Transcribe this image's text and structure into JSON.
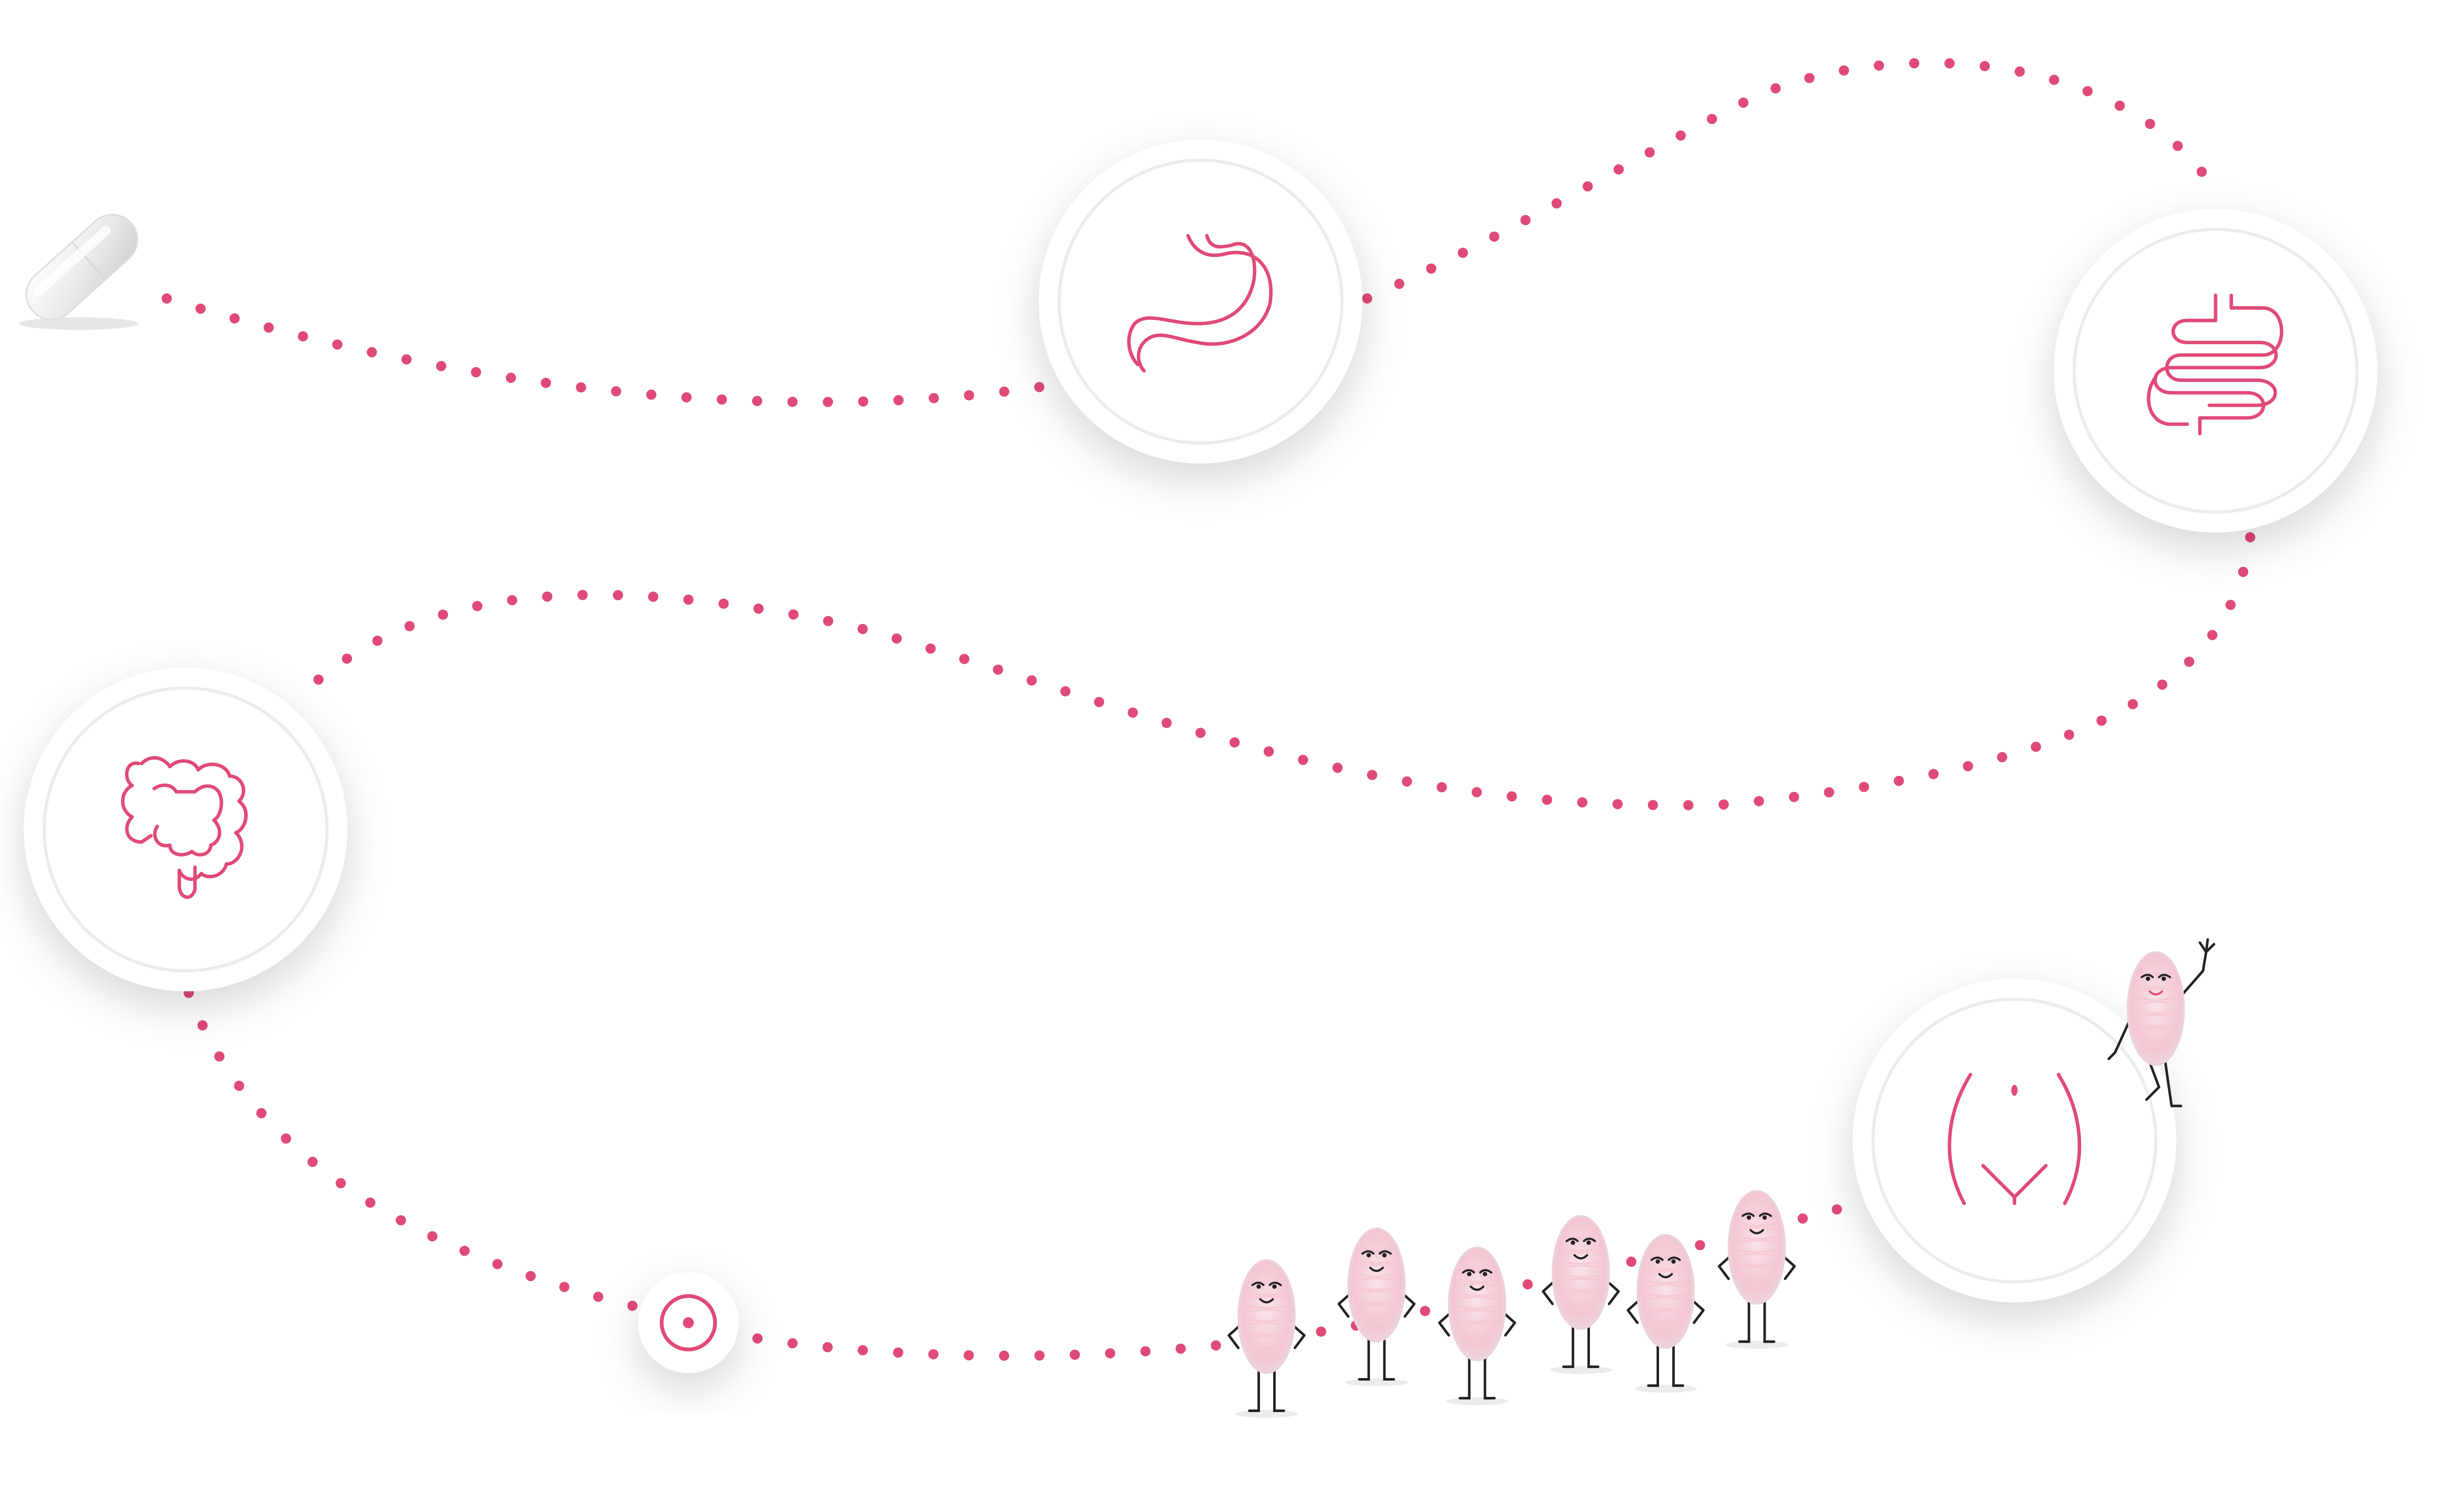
{
  "colors": {
    "accent": "#e04a77",
    "background": "#ffffff",
    "circle_fill": "#ffffff",
    "circle_ring": "#ececec",
    "capsule": "#f2f2f2",
    "bacteria_fuzz": "#f5c9d4",
    "bacteria_outline": "#222222"
  },
  "journey": {
    "steps": [
      {
        "id": "capsule",
        "icon": "capsule-icon"
      },
      {
        "id": "stomach",
        "icon": "stomach-icon"
      },
      {
        "id": "small-intestine",
        "icon": "small-intestine-icon"
      },
      {
        "id": "large-intestine",
        "icon": "large-intestine-icon"
      },
      {
        "id": "target",
        "icon": "target-icon"
      },
      {
        "id": "pelvis",
        "icon": "pelvis-icon"
      }
    ],
    "characters": {
      "icon": "bacteria-character-icon",
      "group_count": 6,
      "waving_count": 1
    }
  }
}
